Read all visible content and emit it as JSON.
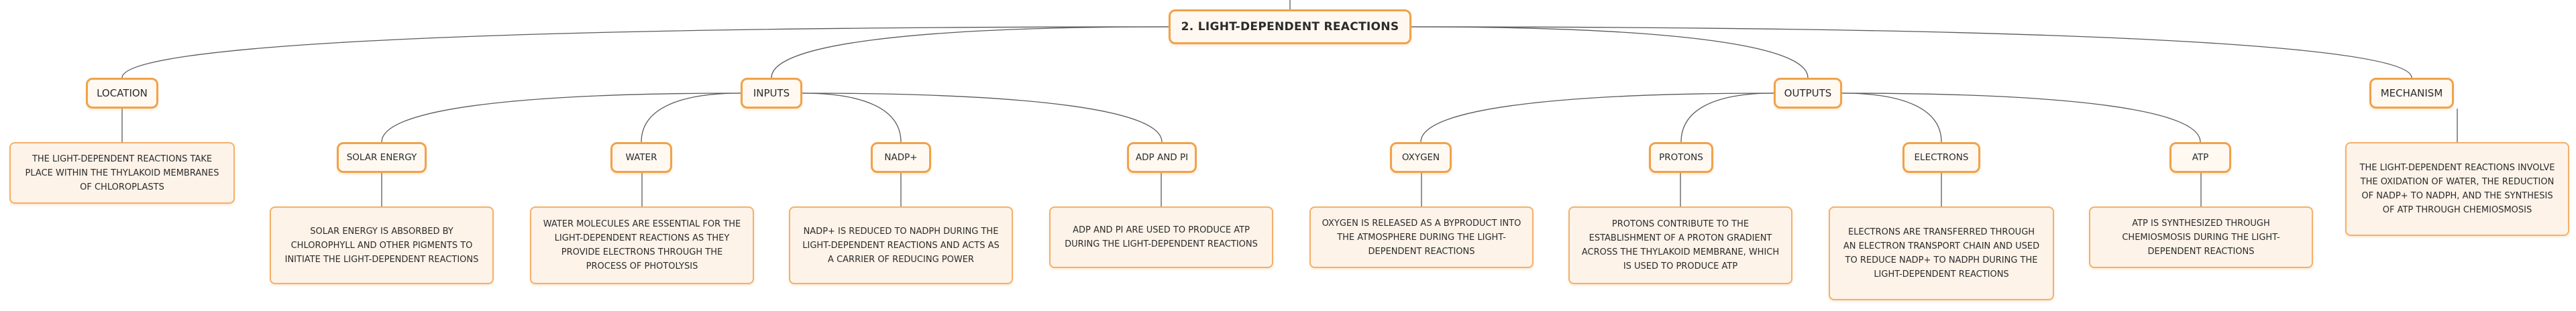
{
  "root": {
    "label": "2. LIGHT-DEPENDENT REACTIONS"
  },
  "branches": {
    "location": {
      "label": "LOCATION",
      "description": "THE LIGHT-DEPENDENT REACTIONS TAKE PLACE WITHIN THE THYLAKOID MEMBRANES OF CHLOROPLASTS"
    },
    "inputs": {
      "label": "INPUTS",
      "children": {
        "solar_energy": {
          "label": "SOLAR ENERGY",
          "description": "SOLAR ENERGY IS ABSORBED BY CHLOROPHYLL AND OTHER PIGMENTS TO INITIATE THE LIGHT-DEPENDENT REACTIONS"
        },
        "water": {
          "label": "WATER",
          "description": "WATER MOLECULES ARE ESSENTIAL FOR THE LIGHT-DEPENDENT REACTIONS AS THEY PROVIDE ELECTRONS THROUGH THE PROCESS OF PHOTOLYSIS"
        },
        "nadp": {
          "label": "NADP+",
          "description": "NADP+ IS REDUCED TO NADPH DURING THE LIGHT-DEPENDENT REACTIONS AND ACTS AS A CARRIER OF REDUCING POWER"
        },
        "adp_pi": {
          "label": "ADP AND PI",
          "description": "ADP AND PI ARE USED TO PRODUCE ATP DURING THE LIGHT-DEPENDENT REACTIONS"
        }
      }
    },
    "outputs": {
      "label": "OUTPUTS",
      "children": {
        "oxygen": {
          "label": "OXYGEN",
          "description": "OXYGEN IS RELEASED AS A BYPRODUCT INTO THE ATMOSPHERE DURING THE LIGHT-DEPENDENT REACTIONS"
        },
        "protons": {
          "label": "PROTONS",
          "description": "PROTONS CONTRIBUTE TO THE ESTABLISHMENT OF A PROTON GRADIENT ACROSS THE THYLAKOID MEMBRANE, WHICH IS USED TO PRODUCE ATP"
        },
        "electrons": {
          "label": "ELECTRONS",
          "description": "ELECTRONS ARE TRANSFERRED THROUGH AN ELECTRON TRANSPORT CHAIN AND USED TO REDUCE NADP+ TO NADPH DURING THE LIGHT-DEPENDENT REACTIONS"
        },
        "atp": {
          "label": "ATP",
          "description": "ATP IS SYNTHESIZED THROUGH CHEMIOSMOSIS DURING THE LIGHT-DEPENDENT REACTIONS"
        }
      }
    },
    "mechanism": {
      "label": "MECHANISM",
      "description": "THE LIGHT-DEPENDENT REACTIONS INVOLVE THE OXIDATION OF WATER, THE REDUCTION OF NADP+ TO NADPH, AND THE SYNTHESIS OF ATP THROUGH CHEMIOSMOSIS"
    }
  },
  "colors": {
    "node_border": "#f0a24a",
    "node_fill": "#fff8ef",
    "connector": "#5a5a5a"
  }
}
